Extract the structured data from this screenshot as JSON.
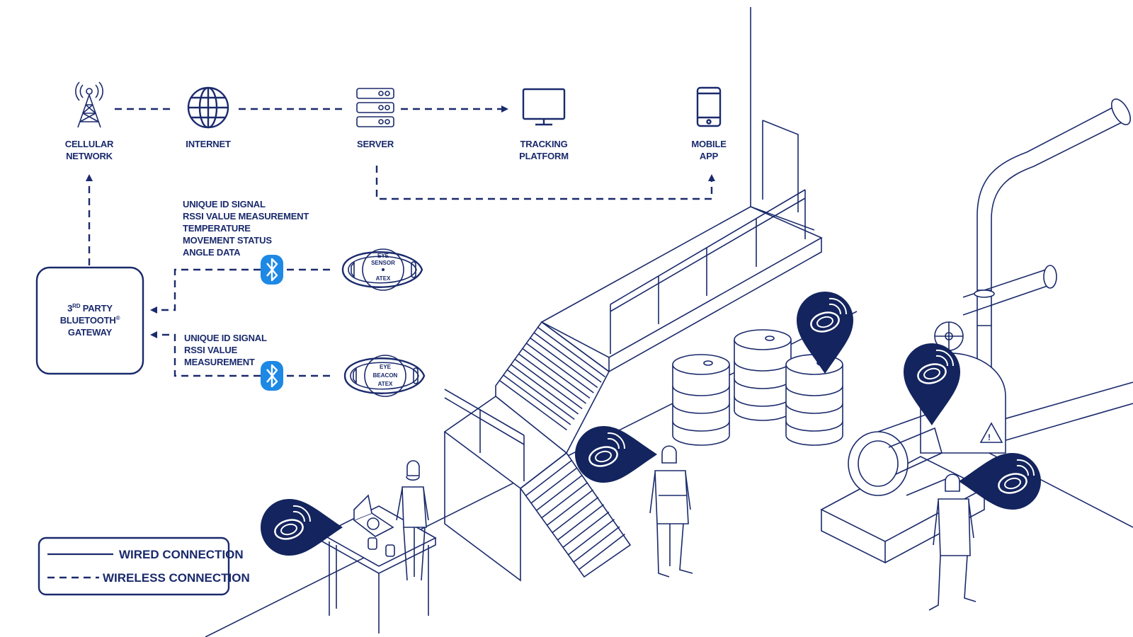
{
  "colors": {
    "navy": "#1a2a6c",
    "pin": "#13245e",
    "bluetooth": "#1e88e5",
    "background": "#ffffff"
  },
  "nodes": {
    "cellular": {
      "line1": "CELLULAR",
      "line2": "NETWORK",
      "icon": "cell-tower-icon"
    },
    "internet": {
      "line1": "INTERNET",
      "icon": "globe-icon"
    },
    "server": {
      "line1": "SERVER",
      "icon": "server-icon"
    },
    "tracking": {
      "line1": "TRACKING",
      "line2": "PLATFORM",
      "icon": "monitor-icon"
    },
    "mobile": {
      "line1": "MOBILE",
      "line2": "APP",
      "icon": "smartphone-icon"
    },
    "gateway": {
      "line1a": "3",
      "line1sup": "RD",
      "line1b": " PARTY",
      "line2": "BLUETOOTH",
      "line2sup": "®",
      "line3": "GATEWAY"
    }
  },
  "sensors": {
    "eye_sensor": {
      "labels": [
        "UNIQUE ID SIGNAL",
        "RSSI VALUE MEASUREMENT",
        "TEMPERATURE",
        "MOVEMENT STATUS",
        "ANGLE DATA"
      ],
      "device_line1": "EYE",
      "device_line2": "SENSOR",
      "device_line3": "ATEX"
    },
    "eye_beacon": {
      "labels": [
        "UNIQUE ID SIGNAL",
        "RSSI VALUE",
        "MEASUREMENT"
      ],
      "device_line1": "EYE",
      "device_line2": "BEACON",
      "device_line3": "ATEX"
    }
  },
  "legend": {
    "wired": "WIRED CONNECTION",
    "wireless": "WIRELESS CONNECTION"
  }
}
